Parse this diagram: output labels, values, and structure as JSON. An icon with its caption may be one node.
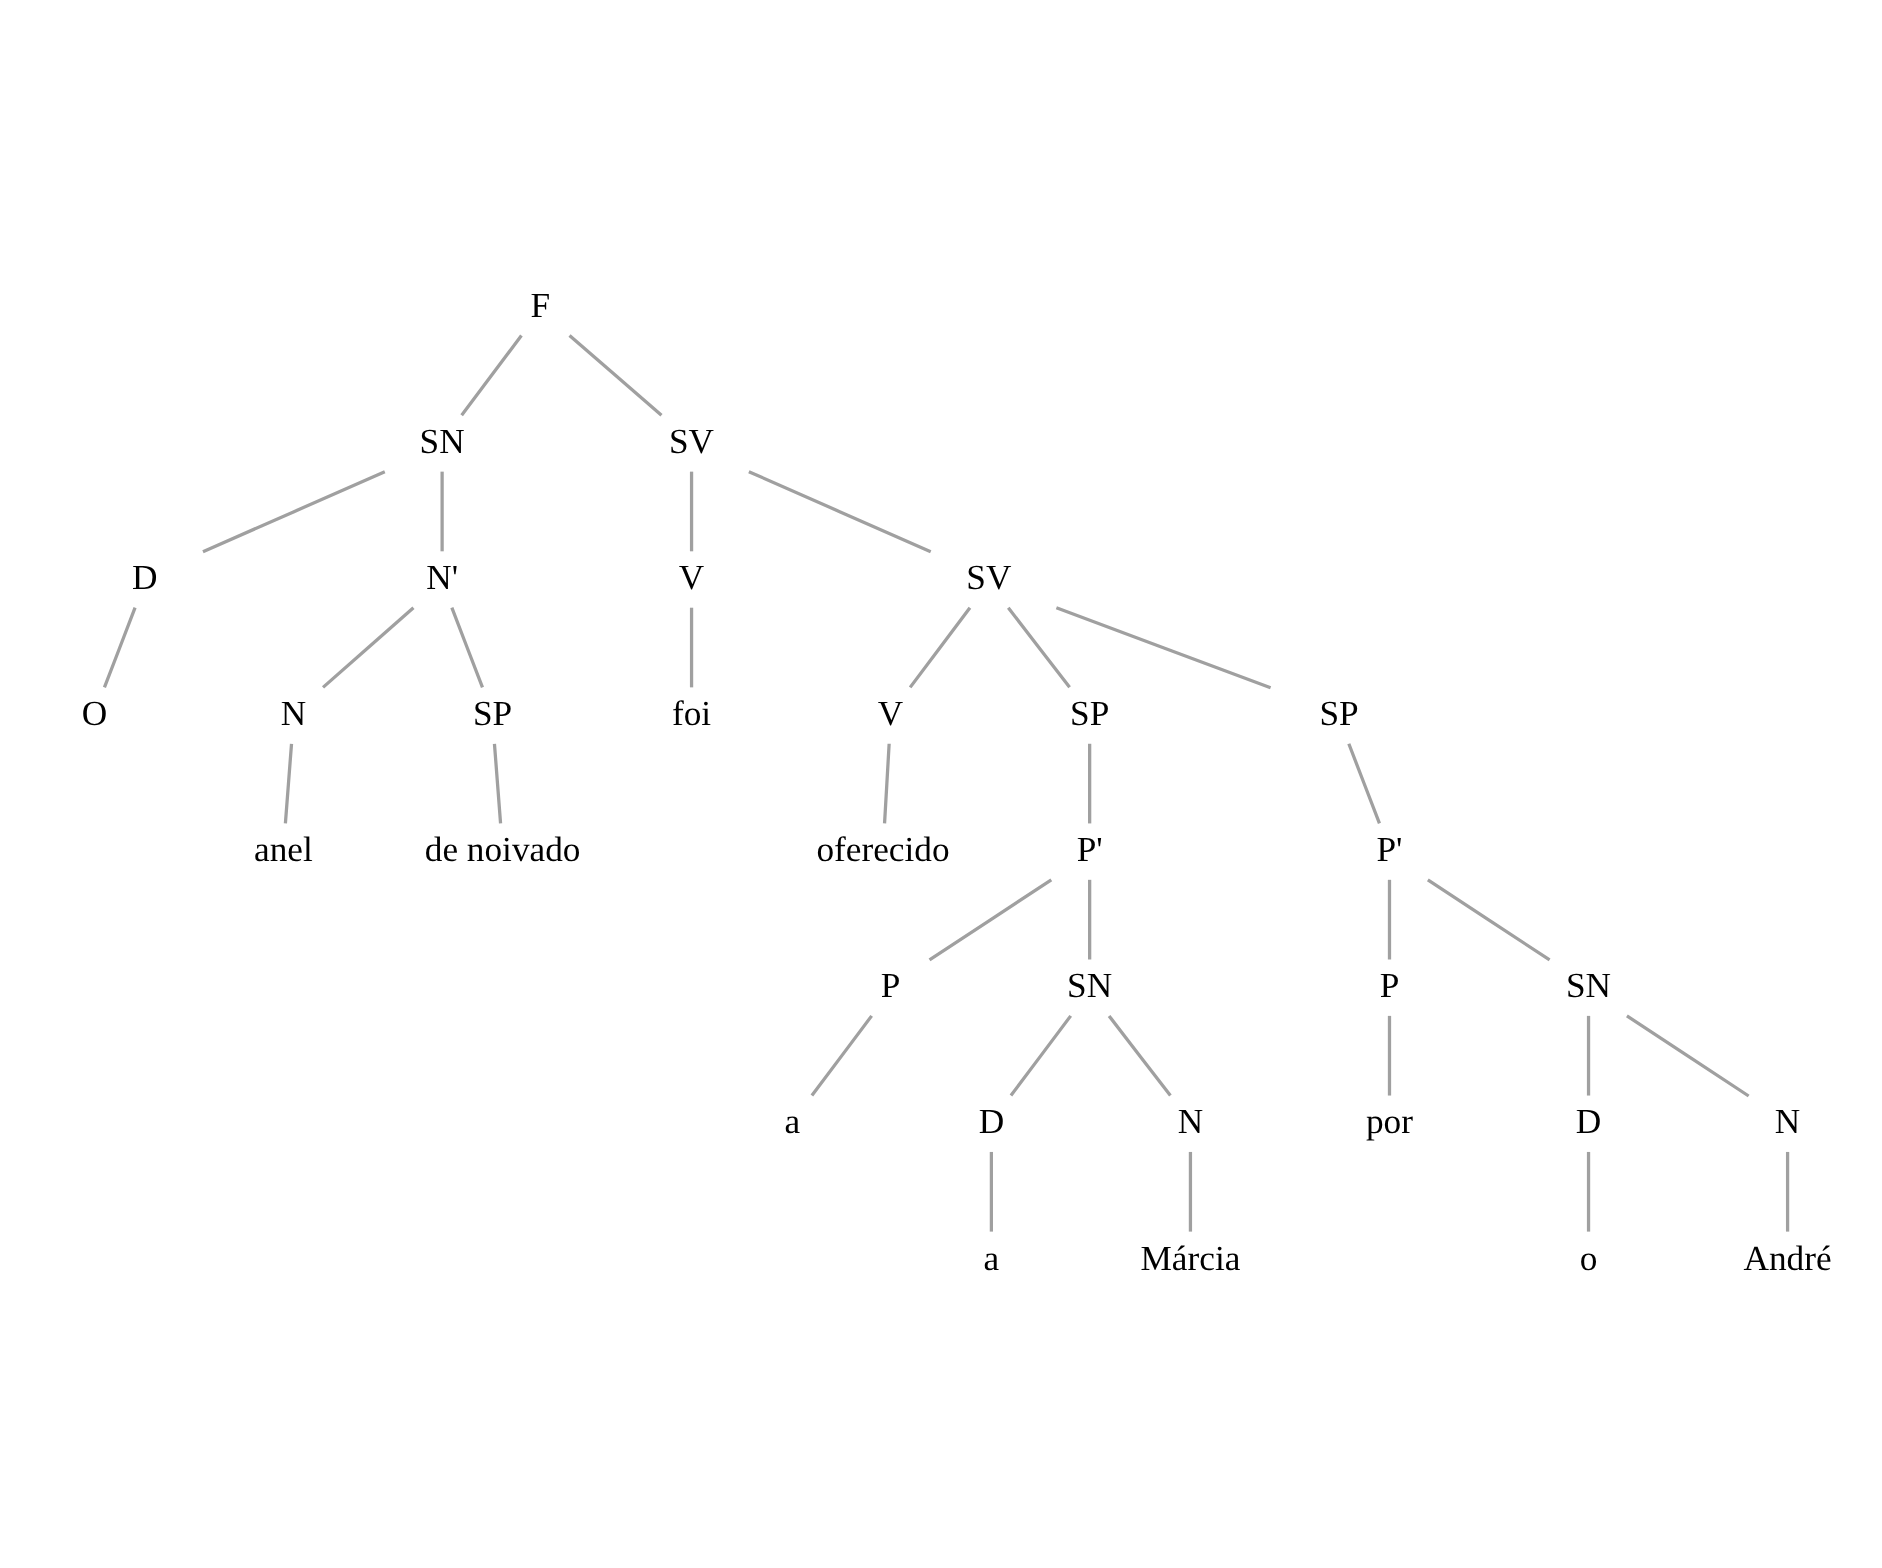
{
  "diagram": {
    "nodes": [
      {
        "text": [
          "F"
        ]
      },
      {
        "text": [
          "SN"
        ]
      },
      {
        "text": [
          "SV"
        ]
      },
      {
        "text": [
          "D"
        ]
      },
      {
        "text": [
          "N'"
        ]
      },
      {
        "text": [
          "V"
        ]
      },
      {
        "text": [
          "SV"
        ]
      },
      {
        "text": [
          "O"
        ]
      },
      {
        "text": [
          "N"
        ]
      },
      {
        "text": [
          "SP"
        ]
      },
      {
        "text": [
          "anel"
        ]
      },
      {
        "text": [
          "foi"
        ]
      },
      {
        "text": [
          "V"
        ]
      },
      {
        "text": [
          "SP"
        ]
      },
      {
        "text": [
          "SP"
        ]
      },
      {
        "text": [
          "de noivado"
        ]
      },
      {
        "text": [
          "P'"
        ]
      },
      {
        "text": [
          "P'"
        ]
      },
      {
        "text": [
          "oferecido"
        ]
      },
      {
        "text": [
          "P"
        ]
      },
      {
        "text": [
          "SN"
        ]
      },
      {
        "text": [
          "P"
        ]
      },
      {
        "text": [
          "SN"
        ]
      },
      {
        "text": [
          "D"
        ]
      },
      {
        "text": [
          "N"
        ]
      },
      {
        "text": [
          "D"
        ]
      },
      {
        "text": [
          "N"
        ]
      },
      {
        "text": [
          "a"
        ]
      },
      {
        "text": [
          "a"
        ]
      },
      {
        "text": [
          "Márcia"
        ]
      },
      {
        "text": [
          "por"
        ]
      },
      {
        "text": [
          "o"
        ]
      },
      {
        "text": [
          "André"
        ]
      }
    ],
    "edges": [
      {
        "from": 0,
        "to": 1,
        "arrow": "none"
      },
      {
        "from": 0,
        "to": 2,
        "arrow": "none"
      },
      {
        "from": 1,
        "to": 3,
        "arrow": "none"
      },
      {
        "from": 1,
        "to": 4,
        "arrow": "none"
      },
      {
        "from": 2,
        "to": 5,
        "arrow": "none"
      },
      {
        "from": 2,
        "to": 6,
        "arrow": "none"
      },
      {
        "from": 3,
        "to": 7,
        "arrow": "none"
      },
      {
        "from": 4,
        "to": 8,
        "arrow": "none"
      },
      {
        "from": 4,
        "to": 9,
        "arrow": "none"
      },
      {
        "from": 8,
        "to": 10,
        "arrow": "none"
      },
      {
        "from": 9,
        "to": 15,
        "arrow": "none"
      },
      {
        "from": 5,
        "to": 11,
        "arrow": "none"
      },
      {
        "from": 6,
        "to": 12,
        "arrow": "none"
      },
      {
        "from": 6,
        "to": 13,
        "arrow": "none"
      },
      {
        "from": 6,
        "to": 14,
        "arrow": "none"
      },
      {
        "from": 12,
        "to": 18,
        "arrow": "none"
      },
      {
        "from": 13,
        "to": 16,
        "arrow": "none"
      },
      {
        "from": 14,
        "to": 17,
        "arrow": "none"
      },
      {
        "from": 16,
        "to": 19,
        "arrow": "none"
      },
      {
        "from": 16,
        "to": 20,
        "arrow": "none"
      },
      {
        "from": 17,
        "to": 21,
        "arrow": "none"
      },
      {
        "from": 17,
        "to": 22,
        "arrow": "none"
      },
      {
        "from": 19,
        "to": 27,
        "arrow": "none"
      },
      {
        "from": 20,
        "to": 23,
        "arrow": "none"
      },
      {
        "from": 20,
        "to": 24,
        "arrow": "none"
      },
      {
        "from": 23,
        "to": 28,
        "arrow": "none"
      },
      {
        "from": 24,
        "to": 29,
        "arrow": "none"
      },
      {
        "from": 21,
        "to": 30,
        "arrow": "none"
      },
      {
        "from": 22,
        "to": 25,
        "arrow": "none"
      },
      {
        "from": 22,
        "to": 26,
        "arrow": "none"
      },
      {
        "from": 25,
        "to": 31,
        "arrow": "none"
      },
      {
        "from": 26,
        "to": 32,
        "arrow": "none"
      }
    ]
  }
}
